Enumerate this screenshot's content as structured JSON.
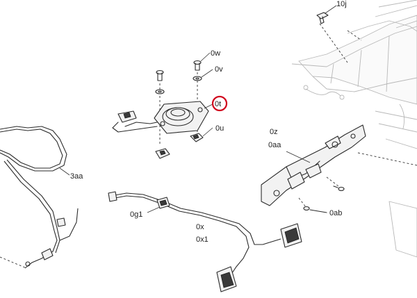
{
  "diagram": {
    "callouts": {
      "c_10j": "10j",
      "c_0w": "0w",
      "c_0v": "0v",
      "c_0t": "0t",
      "c_0u": "0u",
      "c_0z": "0z",
      "c_0aa": "0aa",
      "c_3aa": "3aa",
      "c_0g1": "0g1",
      "c_0x": "0x",
      "c_0x1": "0x1",
      "c_0ab": "0ab"
    },
    "highlight_color": "#d0021b"
  }
}
